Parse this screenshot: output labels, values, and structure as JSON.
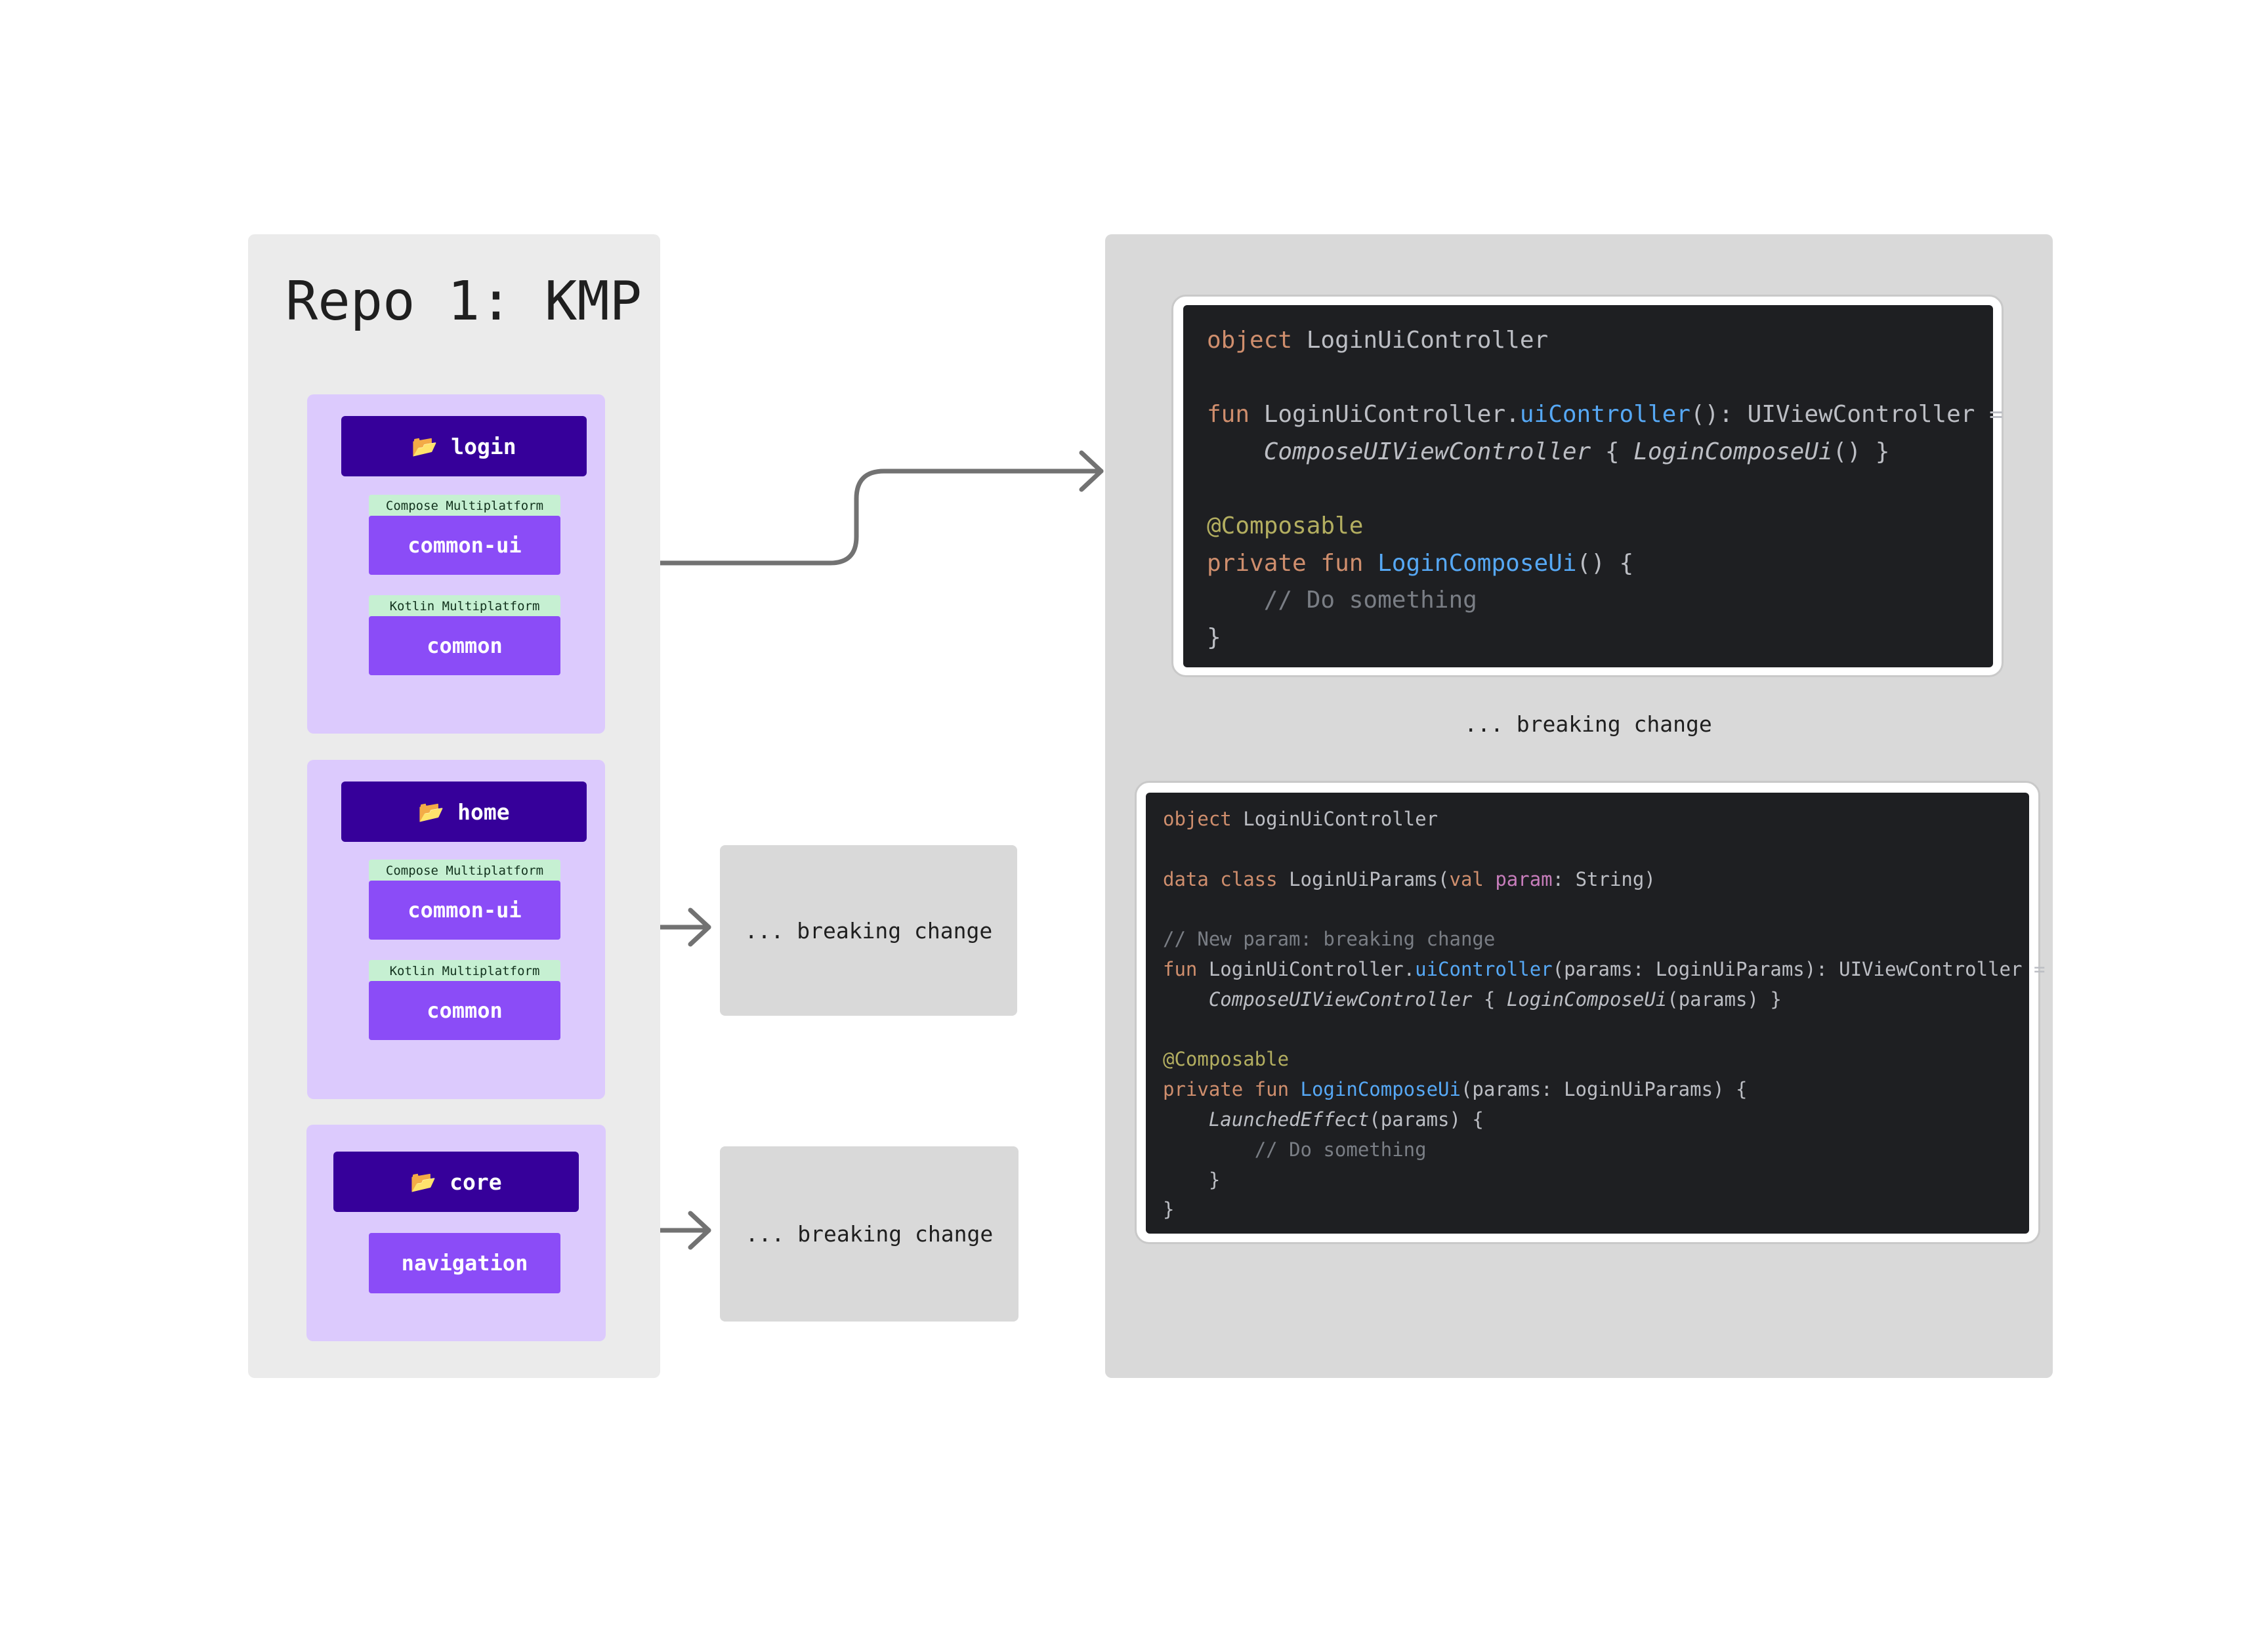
{
  "repo": {
    "title": "Repo 1: KMP",
    "modules": [
      {
        "folder_icon": "folder-open-icon",
        "folder": "login",
        "submodules": [
          {
            "tag": "Compose Multiplatform",
            "name": "common-ui"
          },
          {
            "tag": "Kotlin Multiplatform",
            "name": "common"
          }
        ]
      },
      {
        "folder_icon": "folder-open-icon",
        "folder": "home",
        "submodules": [
          {
            "tag": "Compose Multiplatform",
            "name": "common-ui"
          },
          {
            "tag": "Kotlin Multiplatform",
            "name": "common"
          }
        ]
      },
      {
        "folder_icon": "folder-open-icon",
        "folder": "core",
        "submodules": [
          {
            "name": "navigation"
          }
        ]
      }
    ]
  },
  "breaking_boxes": [
    "... breaking change",
    "... breaking change"
  ],
  "transition_label": "... breaking change",
  "code_before": [
    [
      {
        "t": "object ",
        "c": "kw"
      },
      {
        "t": "LoginUiController"
      }
    ],
    [],
    [
      {
        "t": "fun ",
        "c": "kw"
      },
      {
        "t": "LoginUiController."
      },
      {
        "t": "uiController",
        "c": "fn"
      },
      {
        "t": "(): UIViewController ="
      }
    ],
    [
      {
        "t": "    "
      },
      {
        "t": "ComposeUIViewController",
        "c": "it"
      },
      {
        "t": " { "
      },
      {
        "t": "LoginComposeUi",
        "c": "it"
      },
      {
        "t": "() }"
      }
    ],
    [],
    [
      {
        "t": "@Composable",
        "c": "an"
      }
    ],
    [
      {
        "t": "private fun ",
        "c": "kw"
      },
      {
        "t": "LoginComposeUi",
        "c": "fn"
      },
      {
        "t": "() {"
      }
    ],
    [
      {
        "t": "    "
      },
      {
        "t": "// Do something",
        "c": "cm"
      }
    ],
    [
      {
        "t": "}"
      }
    ]
  ],
  "code_after": [
    [
      {
        "t": "object ",
        "c": "kw"
      },
      {
        "t": "LoginUiController"
      }
    ],
    [],
    [
      {
        "t": "data class ",
        "c": "kw"
      },
      {
        "t": "LoginUiParams("
      },
      {
        "t": "val ",
        "c": "kw"
      },
      {
        "t": "param",
        "c": "pm"
      },
      {
        "t": ": String)"
      }
    ],
    [],
    [
      {
        "t": "// New param: breaking change",
        "c": "cm"
      }
    ],
    [
      {
        "t": "fun ",
        "c": "kw"
      },
      {
        "t": "LoginUiController."
      },
      {
        "t": "uiController",
        "c": "fn"
      },
      {
        "t": "(params: LoginUiParams): UIViewController ="
      }
    ],
    [
      {
        "t": "    "
      },
      {
        "t": "ComposeUIViewController",
        "c": "it"
      },
      {
        "t": " { "
      },
      {
        "t": "LoginComposeUi",
        "c": "it"
      },
      {
        "t": "(params) }"
      }
    ],
    [],
    [
      {
        "t": "@Composable",
        "c": "an"
      }
    ],
    [
      {
        "t": "private fun ",
        "c": "kw"
      },
      {
        "t": "LoginComposeUi",
        "c": "fn"
      },
      {
        "t": "(params: LoginUiParams) {"
      }
    ],
    [
      {
        "t": "    "
      },
      {
        "t": "LaunchedEffect",
        "c": "it"
      },
      {
        "t": "(params) {"
      }
    ],
    [
      {
        "t": "        "
      },
      {
        "t": "// Do something",
        "c": "cm"
      }
    ],
    [
      {
        "t": "    }"
      }
    ],
    [
      {
        "t": "}"
      }
    ]
  ]
}
